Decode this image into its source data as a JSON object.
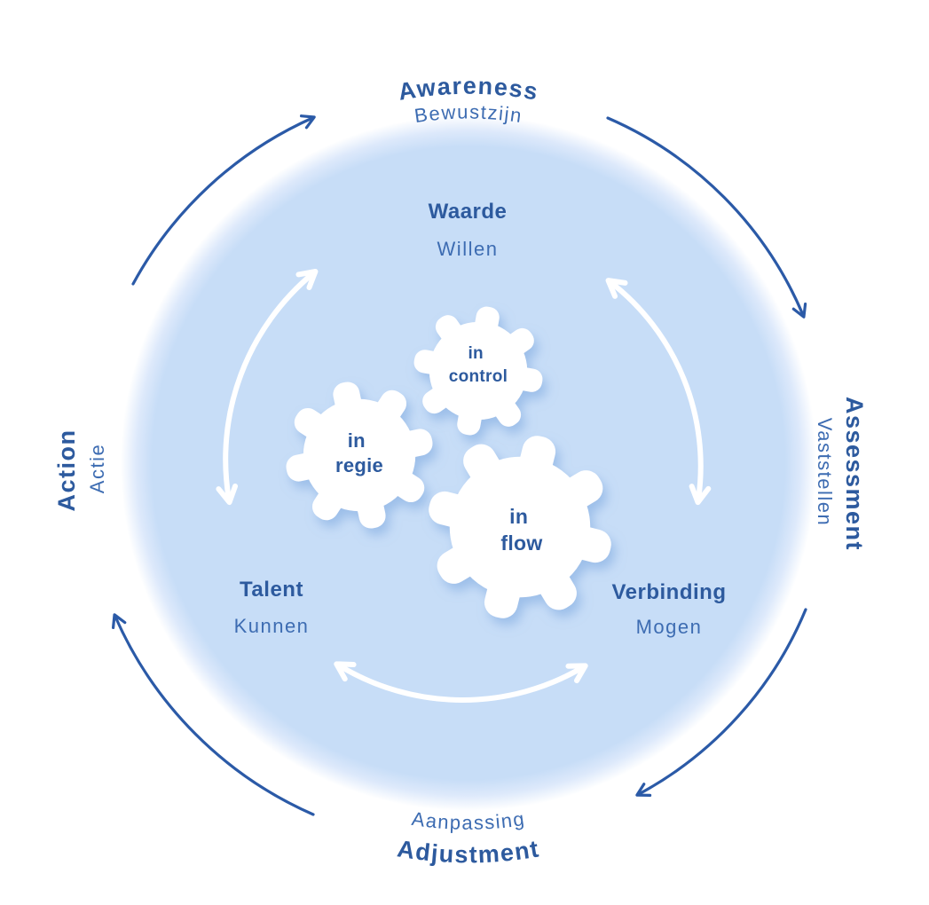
{
  "colors": {
    "background": "#ffffff",
    "circle_fill": "#c7ddf7",
    "circle_halo": "#dde9fb",
    "text_primary": "#2d5a9e",
    "text_secondary": "#3d6cb2",
    "arrow_outer": "#2b5aa7",
    "arrow_inner": "#ffffff",
    "gear_fill": "#ffffff",
    "gear_shadow": "#7aa6de"
  },
  "outer_stages": {
    "top": {
      "en": "Awareness",
      "nl": "Bewustzijn"
    },
    "right": {
      "en": "Assessment",
      "nl": "Vaststellen"
    },
    "bottom": {
      "en": "Adjustment",
      "nl": "Aanpassing"
    },
    "left": {
      "en": "Action",
      "nl": "Actie"
    }
  },
  "inner_factors": {
    "top": {
      "label": "Waarde",
      "sublabel": "Willen"
    },
    "bottom_left": {
      "label": "Talent",
      "sublabel": "Kunnen"
    },
    "bottom_right": {
      "label": "Verbinding",
      "sublabel": "Mogen"
    }
  },
  "gears": {
    "control": {
      "line1": "in",
      "line2": "control"
    },
    "regie": {
      "line1": "in",
      "line2": "regie"
    },
    "flow": {
      "line1": "in",
      "line2": "flow"
    }
  }
}
